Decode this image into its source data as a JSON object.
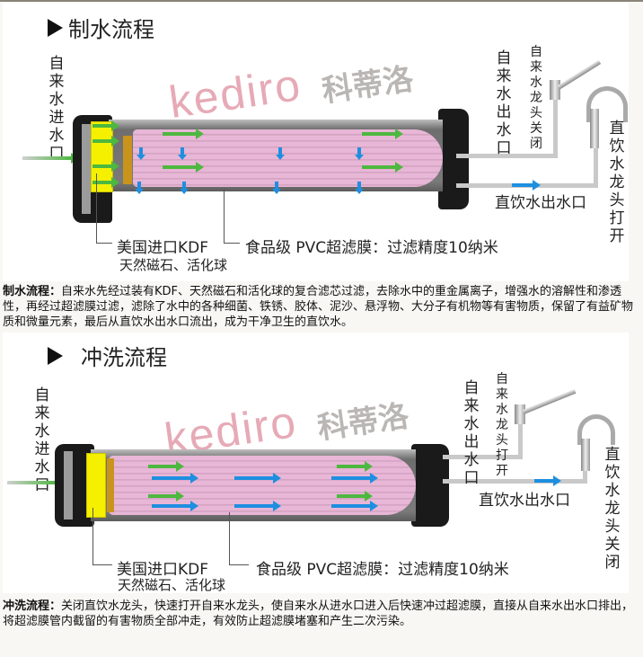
{
  "production": {
    "title": "制水流程",
    "inlet_label": "自来水进水口",
    "tap_outlet_label": "自来水出水口",
    "tap_faucet_label": "自来水龙头关闭",
    "drink_faucet_label": "直饮水龙头打开",
    "drink_outlet_label": "直饮水出水口",
    "kdf_label": "美国进口KDF",
    "kdf_sub_label": "天然磁石、活化球",
    "membrane_label": "食品级 PVC超滤膜：过滤精度10纳米",
    "description_heading": "制水流程：",
    "description_body": "自来水先经过装有KDF、天然磁石和活化球的复合滤芯过滤，去除水中的重金属离子，增强水的溶解性和渗透性，再经过超滤膜过滤，滤除了水中的各种细菌、铁锈、胶体、泥沙、悬浮物、大分子有机物等有害物质，保留了有益矿物质和微量元素，最后从直饮水出水口流出，成为干净卫生的直饮水。"
  },
  "flushing": {
    "title": "冲洗流程",
    "inlet_label": "自来水进水口",
    "tap_outlet_label": "自来水出水口",
    "tap_faucet_label": "自来水龙头打开",
    "drink_faucet_label": "直饮水龙头关闭",
    "drink_outlet_label": "直饮水出水口",
    "kdf_label": "美国进口KDF",
    "kdf_sub_label": "天然磁石、活化球",
    "membrane_label": "食品级 PVC超滤膜：过滤精度10纳米",
    "description_heading": "冲洗流程：",
    "description_body": "关闭直饮水龙头，快速打开自来水龙头，使自来水从进水口进入后快速冲过超滤膜，直接从自来水出水口排出，将超滤膜管内截留的有害物质全部冲走，有效防止超滤膜堵塞和产生二次污染。"
  },
  "watermark": {
    "brand_en": "kediro",
    "brand_cn": "科蒂洛"
  },
  "colors": {
    "flow_green": "#4db83f",
    "flow_blue": "#1e8fe0",
    "kdf_yellow": "#f5f000",
    "membrane_pink": "#e8b6d6",
    "watermark_pink": "#e6aab6",
    "watermark_gray": "#b9b6b4"
  },
  "icons": {
    "section_marker": "play-triangle-icon"
  }
}
